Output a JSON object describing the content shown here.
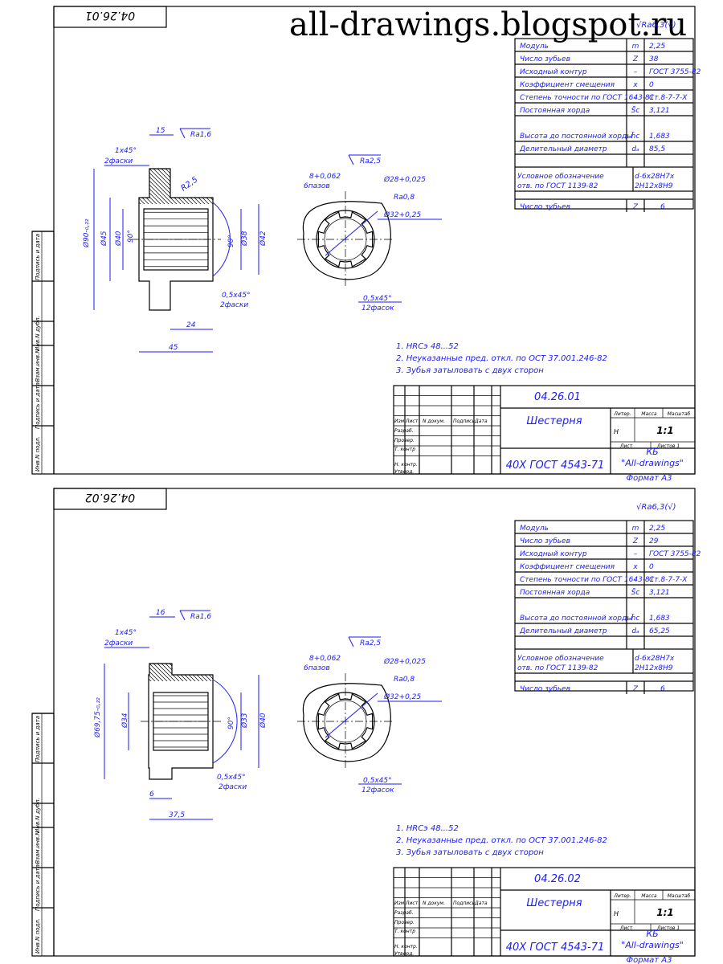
{
  "watermark": "all-drawings.blogspot.ru",
  "side_labels": [
    "Инв.N подл.",
    "Подпись и дата",
    "Взам.инв.N",
    "Инв.N дубл.",
    "Подпись и дата"
  ],
  "sheets": [
    {
      "stamp": "04.26.01",
      "roughness_global": "√Ra6,3(√)",
      "params": [
        {
          "name": "Модуль",
          "sym": "m",
          "val": "2,25"
        },
        {
          "name": "Число зубьев",
          "sym": "Z",
          "val": "38"
        },
        {
          "name": "Исходный контур",
          "sym": "–",
          "val": "ГОСТ 3755-82"
        },
        {
          "name": "Коэффициент смещения",
          "sym": "x",
          "val": "0"
        },
        {
          "name": "Степень точности по ГОСТ 1643-81",
          "sym": "–",
          "val": "Ст.8-7-7-Х"
        },
        {
          "name": "Постоянная хорда",
          "sym": "S̄c",
          "val": "3,121"
        },
        {
          "name": "Высота до постоянной хорды",
          "sym": "h̄c",
          "val": "1,683"
        },
        {
          "name": "Делительный диаметр",
          "sym": "dₐ",
          "val": "85,5"
        }
      ],
      "spline_label": "Условное обозначение отв. по ГОСТ 1139-82",
      "spline_val": "d-6x28H7x 32H12x8H9",
      "spline_teeth_label": "Число зубьев",
      "spline_teeth_sym": "Z",
      "spline_teeth_val": "6",
      "dims": {
        "top_len": "15",
        "chamfer1": "1x45°",
        "chamfer1b": "2фаски",
        "ra16": "Ra1,6",
        "r25": "R2,5",
        "d_out": "Ø90-₀,₂₂",
        "d45": "Ø45",
        "d40": "Ø40",
        "ang90a": "90°",
        "ang90b": "90°",
        "d38": "Ø38",
        "d42": "Ø42",
        "chamfer2": "0,5x45°",
        "chamfer2b": "2фаски",
        "len24": "24",
        "len45": "45"
      },
      "section": {
        "pazy": "8+0,062",
        "pazy2": "6пазов",
        "ra25": "Ra2,5",
        "d28": "Ø28+0,025",
        "ra08": "Ra0,8",
        "d32": "Ø32+0,25",
        "chamfer": "0,5x45°",
        "chamfer2": "12фасок"
      },
      "notes": [
        "1. HRCэ 48...52",
        "2. Неуказанные пред. откл. по ОСТ 37.001.246-82",
        "3. Зубья затыловать с двух сторон"
      ],
      "title": {
        "code": "04.26.01",
        "name": "Шестерня",
        "material": "40Х ГОСТ 4543-71",
        "org1": "КБ",
        "org2": "\"All-drawings\"",
        "scale": "1:1",
        "format": "Формат А3",
        "h_izm": "Изм",
        "h_list": "Лист",
        "h_doc": "N докум.",
        "h_sign": "Подпись",
        "h_date": "Дата",
        "r_razr": "Разраб.",
        "r_prov": "Провер.",
        "r_tk": "Т. контр",
        "r_nk": "Н. контр.",
        "r_utv": "Утверд.",
        "lit": "Литер.",
        "mass": "Масса",
        "masht": "Масштаб",
        "lit_n": "Н",
        "list": "Лист",
        "listov": "Листов 1"
      }
    },
    {
      "stamp": "04.26.02",
      "roughness_global": "√Ra6,3(√)",
      "params": [
        {
          "name": "Модуль",
          "sym": "m",
          "val": "2,25"
        },
        {
          "name": "Число зубьев",
          "sym": "Z",
          "val": "29"
        },
        {
          "name": "Исходный контур",
          "sym": "–",
          "val": "ГОСТ 3755-82"
        },
        {
          "name": "Коэффициент смещения",
          "sym": "x",
          "val": "0"
        },
        {
          "name": "Степень точности по ГОСТ 1643-81",
          "sym": "–",
          "val": "Ст.8-7-7-Х"
        },
        {
          "name": "Постоянная хорда",
          "sym": "S̄c",
          "val": "3,121"
        },
        {
          "name": "Высота до постоянной хорды",
          "sym": "h̄c",
          "val": "1,683"
        },
        {
          "name": "Делительный диаметр",
          "sym": "dₐ",
          "val": "65,25"
        }
      ],
      "spline_label": "Условное обозначение отв. по ГОСТ 1139-82",
      "spline_val": "d-6x28H7x 32H12x8H9",
      "spline_teeth_label": "Число зубьев",
      "spline_teeth_sym": "Z",
      "spline_teeth_val": "6",
      "dims": {
        "top_len": "16",
        "chamfer1": "1x45°",
        "chamfer1b": "2фаски",
        "ra16": "Ra1,6",
        "d_out": "Ø69,75-₀,₂₂",
        "d34": "Ø34",
        "ang90": "90°",
        "d33": "Ø33",
        "d40": "Ø40",
        "chamfer2": "0,5x45°",
        "chamfer2b": "2фаски",
        "len6": "6",
        "len375": "37,5"
      },
      "section": {
        "pazy": "8+0,062",
        "pazy2": "6пазов",
        "ra25": "Ra2,5",
        "d28": "Ø28+0,025",
        "ra08": "Ra0,8",
        "d32": "Ø32+0,25",
        "chamfer": "0,5x45°",
        "chamfer2": "12фасок"
      },
      "notes": [
        "1. HRCэ 48...52",
        "2. Неуказанные пред. откл. по ОСТ 37.001.246-82",
        "3. Зубья затыловать с двух сторон"
      ],
      "title": {
        "code": "04.26.02",
        "name": "Шестерня",
        "material": "40Х ГОСТ 4543-71",
        "org1": "КБ",
        "org2": "\"All-drawings\"",
        "scale": "1:1",
        "format": "Формат А3",
        "h_izm": "Изм",
        "h_list": "Лист",
        "h_doc": "N докум.",
        "h_sign": "Подпись",
        "h_date": "Дата",
        "r_razr": "Разраб.",
        "r_prov": "Провер.",
        "r_tk": "Т. контр",
        "r_nk": "Н. контр.",
        "r_utv": "Утверд.",
        "lit": "Литер.",
        "mass": "Масса",
        "masht": "Масштаб",
        "lit_n": "Н",
        "list": "Лист",
        "listov": "Листов 1"
      }
    }
  ]
}
